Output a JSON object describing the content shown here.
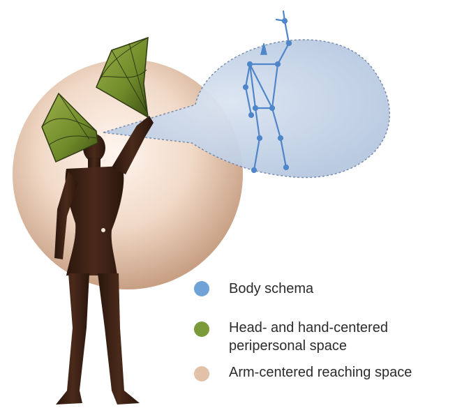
{
  "legend": {
    "items": [
      {
        "label": "Body schema",
        "color": "#6fa3d8"
      },
      {
        "label": "Head- and hand-centered peripersonal space",
        "color": "#7b9a3a"
      },
      {
        "label": "Arm-centered reaching space",
        "color": "#e1c2a6"
      }
    ]
  },
  "colors": {
    "sphere_center": "#fbe9dc",
    "sphere_edge": "#c89a79",
    "figure": "#3a2116",
    "bubble_fill": "#c8d6ea",
    "bubble_stroke": "#6f86a8",
    "skeleton": "#4e86c9",
    "cone_fill": "#7e9b36",
    "cone_stroke": "#2f3a12"
  }
}
